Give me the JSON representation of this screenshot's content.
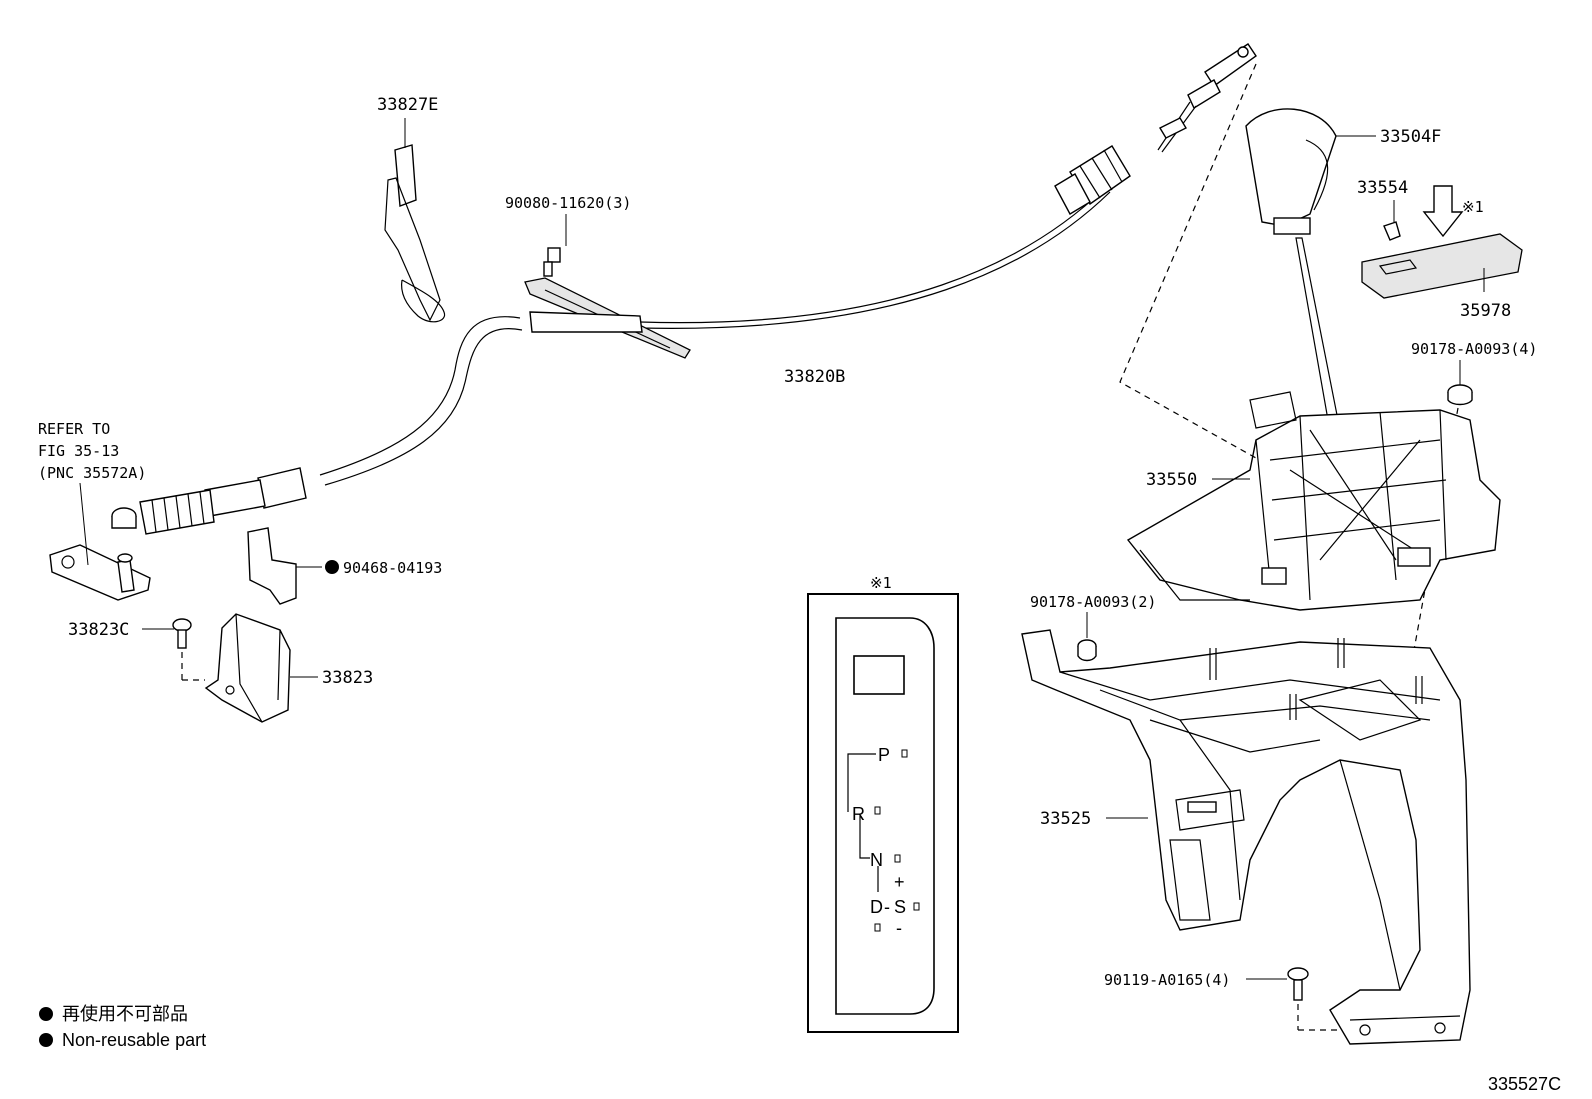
{
  "labels": {
    "p33827E": "33827E",
    "p90080": "90080-11620(3)",
    "p33820B": "33820B",
    "p33504F": "33504F",
    "p33554": "33554",
    "p35978": "35978",
    "p90178_4": "90178-A0093(4)",
    "p33550": "33550",
    "p90178_2": "90178-A0093(2)",
    "p33525": "33525",
    "p90119": "90119-A0165(4)",
    "p90468": "90468-04193",
    "p33823C": "33823C",
    "p33823": "33823",
    "refer_line1": "REFER TO",
    "refer_line2": "FIG 35-13",
    "refer_line3": "(PNC 35572A)",
    "mark_top": "※1",
    "mark_inset": "※1"
  },
  "shift_pattern": {
    "p": "P",
    "r": "R",
    "n": "N",
    "d": "D",
    "s": "S",
    "dash": "-",
    "plus": "+",
    "minus": "-"
  },
  "legend": {
    "line1": "再使用不可部品",
    "line2": "Non-reusable part"
  },
  "figure_code": "335527C"
}
